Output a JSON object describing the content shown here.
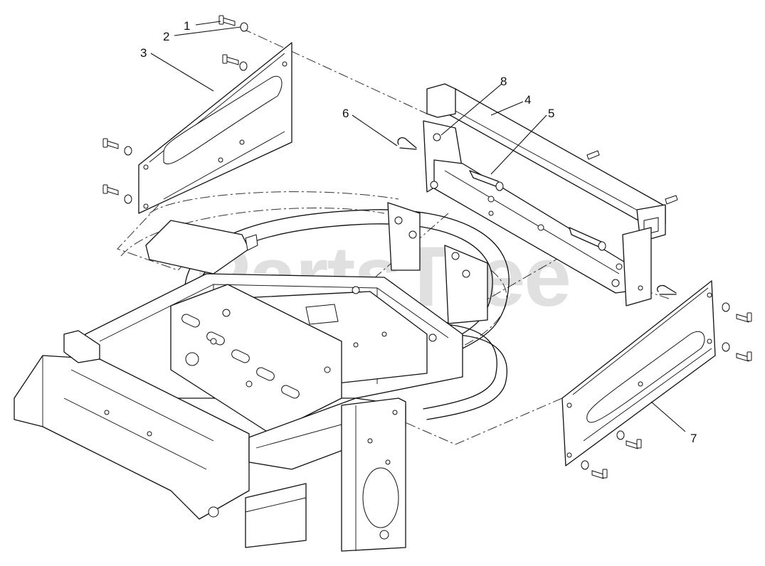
{
  "watermark": "PartsTree",
  "callouts": [
    {
      "id": "1",
      "label": "1"
    },
    {
      "id": "2",
      "label": "2"
    },
    {
      "id": "3",
      "label": "3"
    },
    {
      "id": "4",
      "label": "4"
    },
    {
      "id": "5",
      "label": "5"
    },
    {
      "id": "6",
      "label": "6"
    },
    {
      "id": "7",
      "label": "7"
    },
    {
      "id": "8",
      "label": "8"
    }
  ]
}
